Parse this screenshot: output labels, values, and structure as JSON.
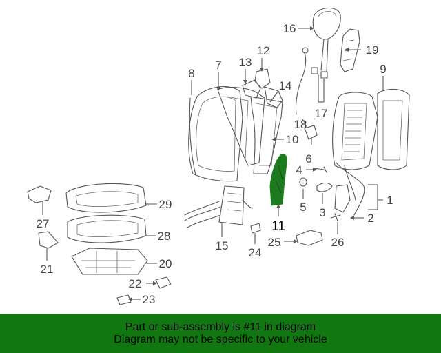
{
  "diagram": {
    "highlight_color": "#1e7a1e",
    "highlighted_part": "11",
    "labels": {
      "p1": "1",
      "p2": "2",
      "p3": "3",
      "p4": "4",
      "p5": "5",
      "p6": "6",
      "p7": "7",
      "p8": "8",
      "p9": "9",
      "p10": "10",
      "p11": "11",
      "p12": "12",
      "p13": "13",
      "p14": "14",
      "p15": "15",
      "p16": "16",
      "p17": "17",
      "p18": "18",
      "p19": "19",
      "p20": "20",
      "p21": "21",
      "p22": "22",
      "p23": "23",
      "p24": "24",
      "p25": "25",
      "p26": "26",
      "p27": "27",
      "p28": "28",
      "p29": "29"
    }
  },
  "banner": {
    "line1": "Part or sub-assembly is #11 in diagram",
    "line2": "Diagram may not be specific to your vehicle",
    "background": "#117811"
  }
}
